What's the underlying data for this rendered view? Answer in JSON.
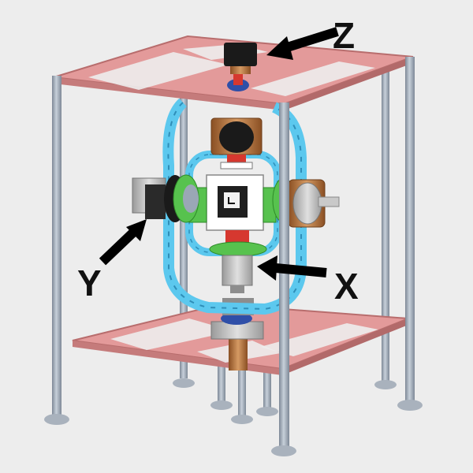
{
  "labels": {
    "z": "Z",
    "y": "Y",
    "x": "X"
  },
  "colors": {
    "background": "#ededed",
    "plate": "#e39a9a",
    "frame": "#9aa7b6",
    "gimbal_ring": "#5cc8ee",
    "green_bracket": "#57c24e",
    "motor_black": "#1a1a1a",
    "motor_bronze": "#b9733b",
    "mount_grey": "#bcbcbc",
    "coupler_red": "#d6382f",
    "arrow": "#000000"
  },
  "components": {
    "top_plate": "top-plate",
    "bottom_plate": "bottom-plate",
    "z_motor": "z-axis-motor",
    "y_motor": "y-axis-motor",
    "x_motor": "x-axis-motor",
    "gimbal_ring": "gimbal-ring",
    "sensor_module": "sensor-module"
  }
}
